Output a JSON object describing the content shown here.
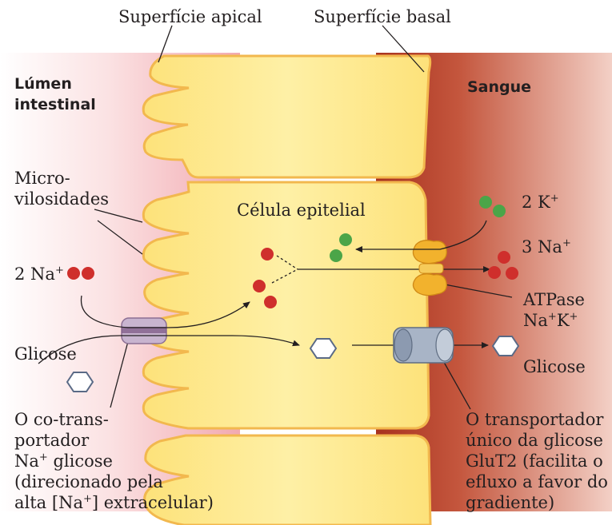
{
  "labels": {
    "apical": "Superfície apical",
    "basal": "Superfície basal",
    "lumen_1": "Lúmen",
    "lumen_2": "intestinal",
    "sangue": "Sangue",
    "micro_1": "Micro-",
    "micro_2": "vilosidades",
    "celula": "Célula epitelial",
    "na_left_num": "2 Na",
    "na_left_sup": "+",
    "k_num": "2 K",
    "k_sup": "+",
    "na_right_num": "3 Na",
    "na_right_sup": "+",
    "atpase_1": "ATPase",
    "atpase_2a": "Na",
    "atpase_2sup1": "+",
    "atpase_2b": "K",
    "atpase_2sup2": "+",
    "glicose_left": "Glicose",
    "glicose_right": "Glicose",
    "cot_1": "O co-trans-",
    "cot_2": "portador",
    "cot_3a": "Na",
    "cot_3sup": "+",
    "cot_3b": " glicose",
    "cot_4": "(direcionado pela",
    "cot_5a": "alta [Na",
    "cot_5sup": "+",
    "cot_5b": "] extracelular)",
    "glut_1": "O transportador",
    "glut_2": "único da glicose",
    "glut_3": "GluT2 (facilita o",
    "glut_4": "efluxo a favor do",
    "glut_5": "gradiente)"
  },
  "colors": {
    "cell_fill": "#fde88e",
    "cell_edge": "#f2b84e",
    "lumen_pink": "#f7c9cc",
    "blood_red": "#c14b36",
    "sodium": "#cf2f2c",
    "potassium": "#4ba548",
    "atpase": "#f2b22d",
    "glut2": "#8c9ab0",
    "cotransporter": "#b49ab8"
  }
}
